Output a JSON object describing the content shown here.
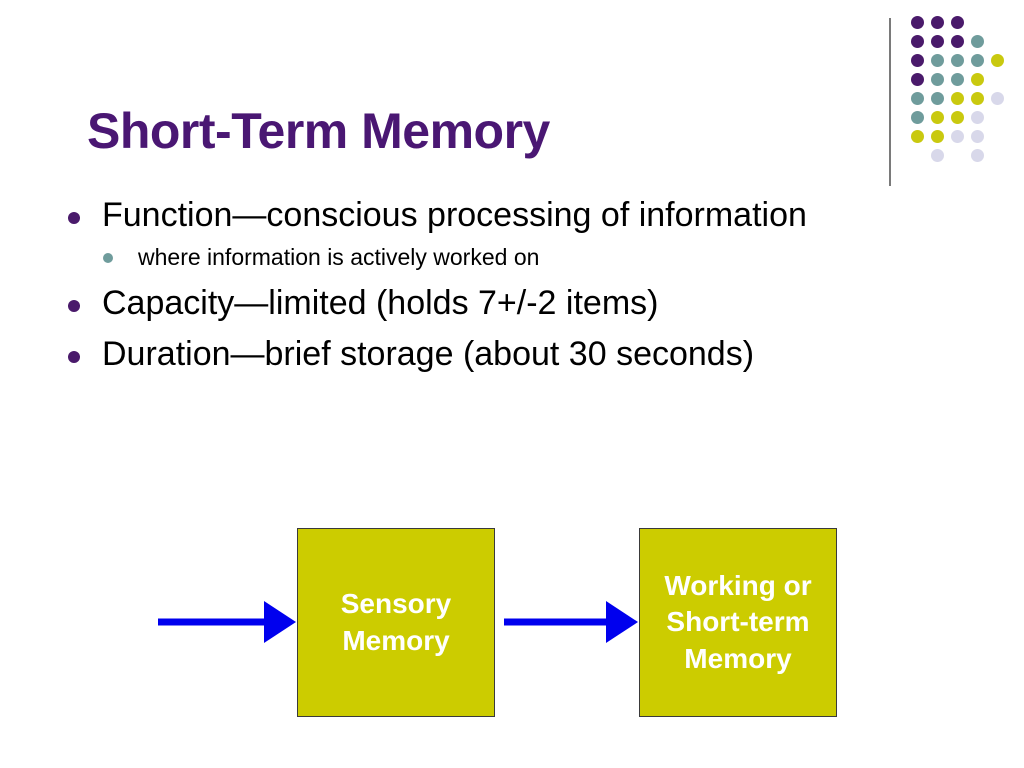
{
  "slide": {
    "title": "Short-Term Memory",
    "bullets": [
      {
        "text": "Function—conscious processing of information",
        "sub": [
          "where information is actively worked on"
        ]
      },
      {
        "text": "Capacity—limited (holds 7+/-2 items)",
        "sub": []
      },
      {
        "text": "Duration—brief storage (about 30 seconds)",
        "sub": []
      }
    ]
  },
  "diagram": {
    "box1_label": "Sensory\nMemory",
    "box2_label": "Working or\nShort-term\nMemory",
    "arrow_color": "#0000ee",
    "box_color": "#cccc00"
  },
  "theme": {
    "title_color": "#4a1773",
    "dot_colors": {
      "purple": "#4a1a6b",
      "teal": "#6f9c9c",
      "yellow": "#c9c90f",
      "lavender": "#d8d8ea"
    },
    "decorations": [
      "dot-grid",
      "vertical-divider-line"
    ]
  }
}
